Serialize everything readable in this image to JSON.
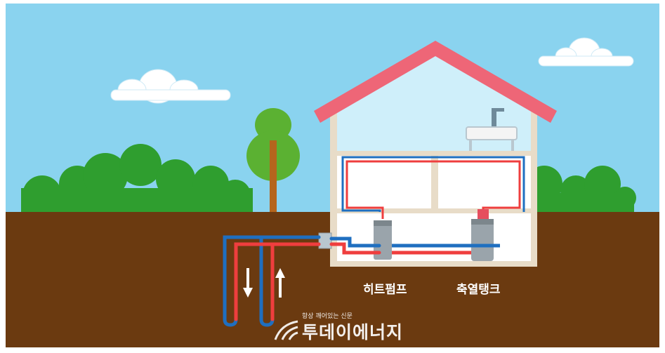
{
  "labels": {
    "heat_pump": "히트펌프",
    "storage_tank": "축열탱크"
  },
  "watermark": {
    "slogan": "항상 깨어있는 신문",
    "name": "투데이에너지"
  },
  "icons": [
    "cloud-icon",
    "tree-icon",
    "sink-icon",
    "arrow-down-icon",
    "arrow-up-icon",
    "logo-icon"
  ],
  "colors": {
    "sky": "#8ad3ef",
    "ground": "#6b3a10",
    "grass": "#2f9e2f",
    "roof": "#ee6677",
    "house_wall": "#e8dcc8",
    "supply_pipe": "#ef3e3e",
    "return_pipe": "#1f6fc0",
    "text": "#ffffff"
  }
}
